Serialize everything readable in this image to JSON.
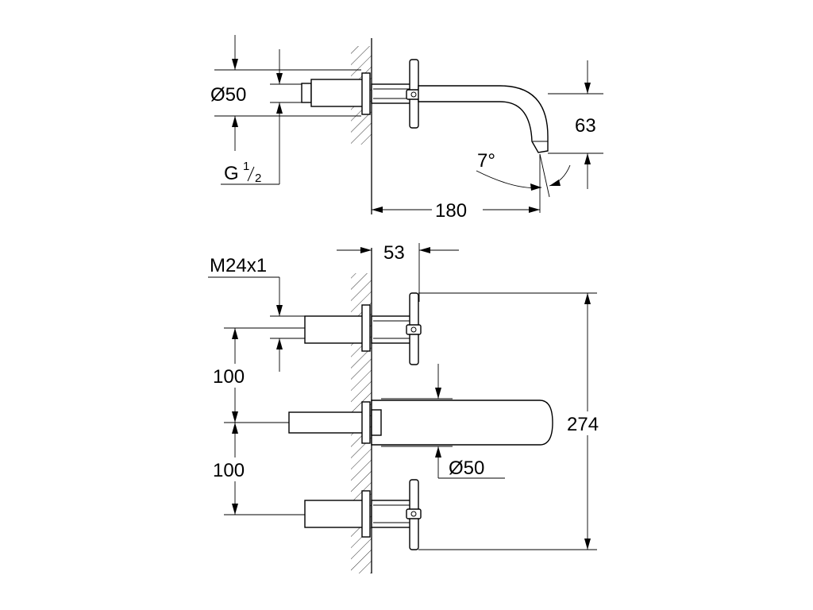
{
  "side_view": {
    "dia_label": "Ø50",
    "thread_main": "G",
    "thread_num": "1",
    "thread_den": "2",
    "projection": "180",
    "height": "63",
    "angle": "7°"
  },
  "front_view": {
    "wall_offset": "53",
    "thread_label": "M24x1",
    "spacing_upper": "100",
    "spacing_lower": "100",
    "total_height": "274",
    "spout_dia": "Ø50"
  },
  "colors": {
    "line": "#000000",
    "background": "#ffffff"
  }
}
